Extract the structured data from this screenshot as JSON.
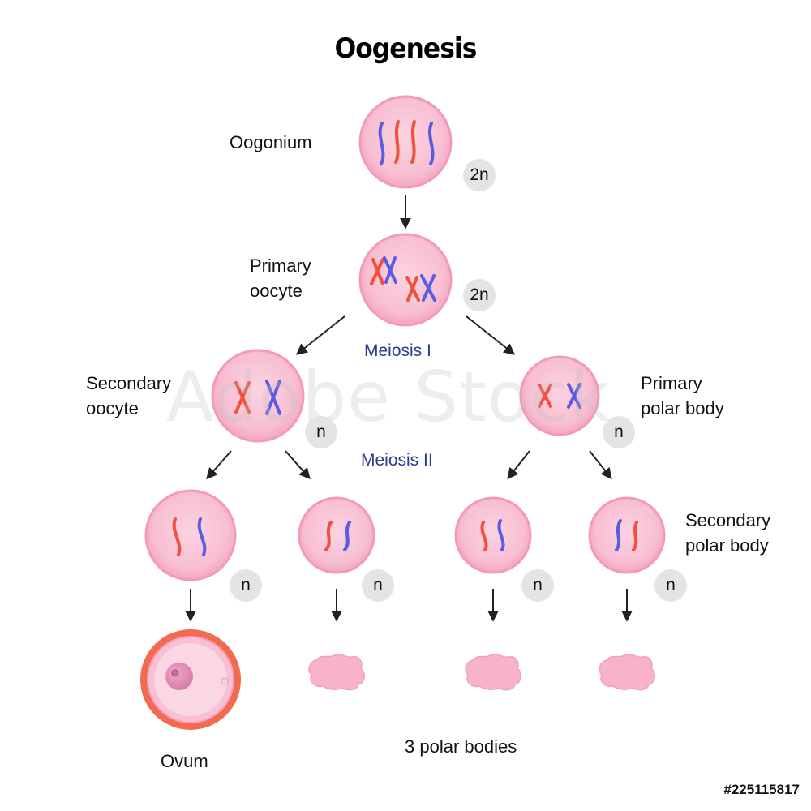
{
  "title": "Oogenesis",
  "labels": {
    "oogonium": "Oogonium",
    "primary_oocyte_1": "Primary",
    "primary_oocyte_2": "oocyte",
    "secondary_oocyte_1": "Secondary",
    "secondary_oocyte_2": "oocyte",
    "primary_polar_body_1": "Primary",
    "primary_polar_body_2": "polar body",
    "secondary_polar_body_1": "Secondary",
    "secondary_polar_body_2": "polar body",
    "ovum": "Ovum",
    "polar_bodies": "3 polar bodies"
  },
  "stages": {
    "meiosis_1": "Meiosis I",
    "meiosis_2": "Meiosis II"
  },
  "ploidy": {
    "oogonium": "2n",
    "primary_oocyte": "2n",
    "secondary_oocyte": "n",
    "primary_polar_body": "n",
    "daughter_1": "n",
    "daughter_2": "n",
    "daughter_3": "n",
    "daughter_4": "n"
  },
  "watermark": "Adobe Stock",
  "stock_id": "#225115817",
  "colors": {
    "cell_fill": "#f7b3ca",
    "cell_border": "#f39abb",
    "chromosome_red": "#f0503c",
    "chromosome_blue": "#5a5de0",
    "meiosis_text": "#2b3a8f",
    "ovum_corona": "#f26a50",
    "badge": "#e4e4e6"
  }
}
